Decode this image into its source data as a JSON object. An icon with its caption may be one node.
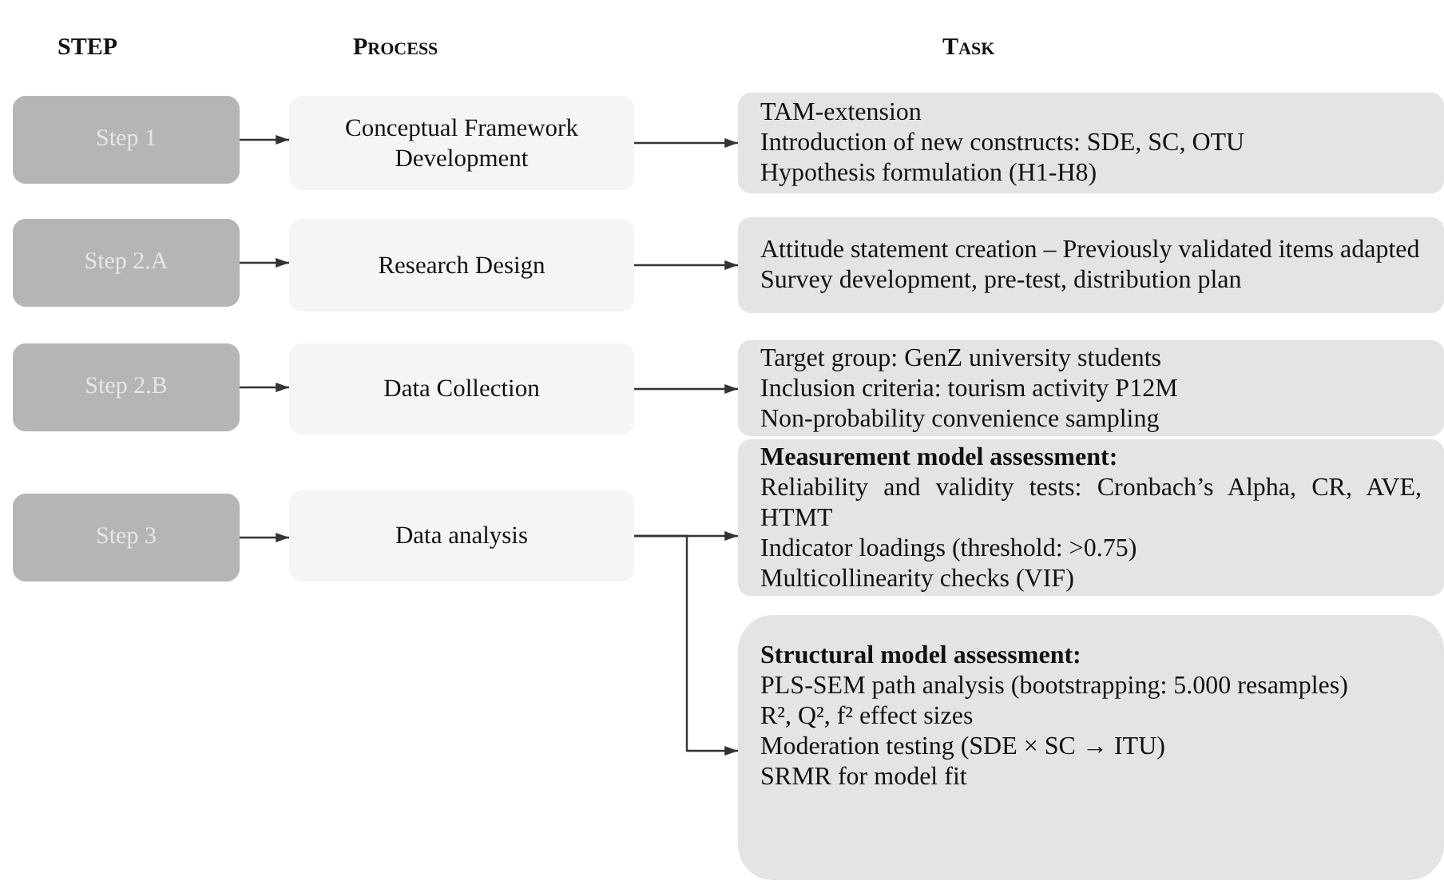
{
  "diagram": {
    "nodes": [
      {
        "text": [
          "Step 1"
        ]
      },
      {
        "text": [
          "Step 2.A"
        ]
      },
      {
        "text": [
          "Step 2.B"
        ]
      },
      {
        "text": [
          "Step 3"
        ]
      },
      {
        "text": [
          "Conceptual Framework Development"
        ]
      },
      {
        "text": [
          "Research Design"
        ]
      },
      {
        "text": [
          "Data Collection"
        ]
      },
      {
        "text": [
          "Data analysis"
        ]
      },
      {
        "text": [
          "TAM-extension",
          "Introduction of new constructs: SDE, SC, OTU",
          "Hypothesis formulation (H1-H8)"
        ]
      },
      {
        "text": [
          "Attitude statement creation – Previously validated items adapted",
          "Survey development, pre-test, distribution plan"
        ]
      },
      {
        "text": [
          "Target group: GenZ university students",
          "Inclusion criteria: tourism activity P12M",
          "Non-probability convenience sampling"
        ]
      },
      {
        "text": [
          "Measurement model assessment:",
          "Reliability and validity tests: Cronbach’s Alpha, CR, AVE, HTMT",
          "Indicator loadings (threshold: >0.75)",
          "Multicollinearity checks (VIF)"
        ]
      },
      {
        "text": [
          "Structural model assessment:",
          "PLS-SEM path analysis (bootstrapping: 5.000 resamples)",
          "R², Q², f² effect sizes",
          "Moderation testing (SDE × SC → ITU)",
          "SRMR for model fit"
        ]
      }
    ],
    "edges": [
      {
        "from": 0,
        "to": 4,
        "arrow": "to"
      },
      {
        "from": 1,
        "to": 5,
        "arrow": "to"
      },
      {
        "from": 2,
        "to": 6,
        "arrow": "to"
      },
      {
        "from": 3,
        "to": 7,
        "arrow": "to"
      },
      {
        "from": 4,
        "to": 8,
        "arrow": "to"
      },
      {
        "from": 5,
        "to": 9,
        "arrow": "to"
      },
      {
        "from": 6,
        "to": 10,
        "arrow": "to"
      },
      {
        "from": 7,
        "to": 11,
        "arrow": "to"
      },
      {
        "from": 7,
        "to": 12,
        "arrow": "to"
      }
    ],
    "labels": [
      "STEP",
      "Process",
      "Task"
    ]
  }
}
